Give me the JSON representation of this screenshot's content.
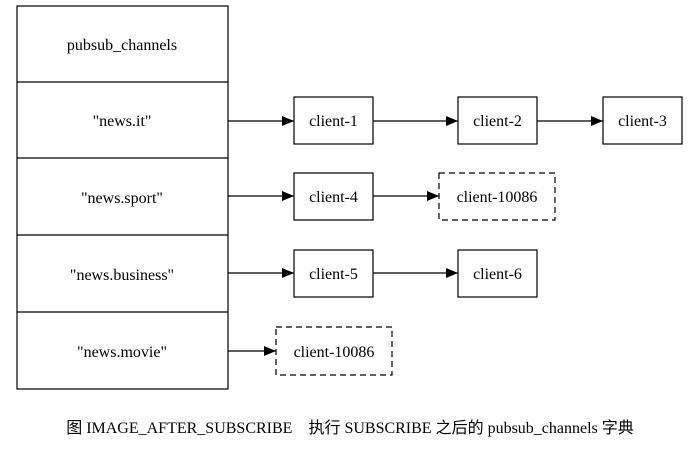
{
  "table": {
    "header": "pubsub_channels",
    "rows": [
      "\"news.it\"",
      "\"news.sport\"",
      "\"news.business\"",
      "\"news.movie\""
    ]
  },
  "lists": {
    "it": [
      "client-1",
      "client-2",
      "client-3"
    ],
    "sport": [
      "client-4",
      "client-10086"
    ],
    "business": [
      "client-5",
      "client-6"
    ],
    "movie": [
      "client-10086"
    ]
  },
  "caption": "图 IMAGE_AFTER_SUBSCRIBE　执行 SUBSCRIBE 之后的 pubsub_channels 字典"
}
